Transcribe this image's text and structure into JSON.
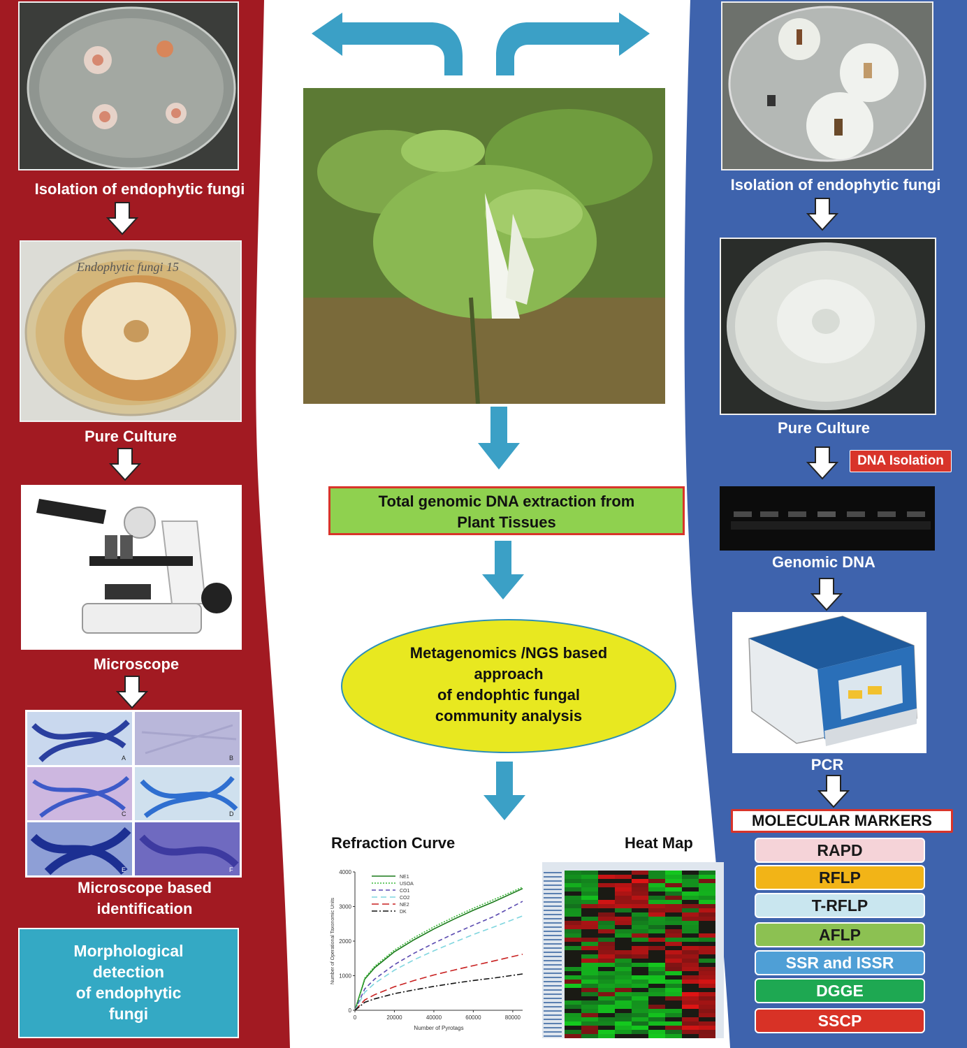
{
  "left_panel": {
    "step1_label": "Isolation of endophytic fungi",
    "step2_label": "Pure Culture",
    "step3_label": "Microscope",
    "step4_label_line1": "Microscope based",
    "step4_label_line2": "identification",
    "summary_line1": "Morphological",
    "summary_line2": "detection",
    "summary_line3": "of endophytic",
    "summary_line4": "fungi",
    "panel_letters": [
      "A",
      "B",
      "C",
      "D",
      "E",
      "F"
    ]
  },
  "center": {
    "dna_box_line1": "Total genomic DNA extraction from",
    "dna_box_line2": "Plant Tissues",
    "ellipse_line1": "Metagenomics /NGS based",
    "ellipse_line2": "approach",
    "ellipse_line3": "of endophtic fungal",
    "ellipse_line4": "community analysis",
    "refraction_title": "Refraction Curve",
    "heatmap_title": "Heat Map"
  },
  "right_panel": {
    "step1_label": "Isolation of endophytic fungi",
    "step2_label": "Pure Culture",
    "dna_isolation_badge": "DNA Isolation",
    "step3_label": "Genomic DNA",
    "step4_label": "PCR",
    "markers_title": "MOLECULAR MARKERS",
    "markers": [
      {
        "name": "RAPD",
        "bg": "#f5d3d8",
        "fg": "#1a1a1a"
      },
      {
        "name": "RFLP",
        "bg": "#f2b417",
        "fg": "#1a1a1a"
      },
      {
        "name": "T-RFLP",
        "bg": "#c9e6ef",
        "fg": "#1a1a1a"
      },
      {
        "name": "AFLP",
        "bg": "#8cc152",
        "fg": "#1a1a1a"
      },
      {
        "name": "SSR and ISSR",
        "bg": "#4f9fd6",
        "fg": "#ffffff"
      },
      {
        "name": "DGGE",
        "bg": "#1ea852",
        "fg": "#ffffff"
      },
      {
        "name": "SSCP",
        "bg": "#d83226",
        "fg": "#ffffff"
      }
    ]
  },
  "colors": {
    "left_bg": "#a21a22",
    "right_bg": "#3e63ad",
    "arrow_blue": "#3ba0c6",
    "dna_box_bg": "#8fd14f",
    "dna_box_border": "#d8342a",
    "ellipse_bg": "#e8e820",
    "summary_box_bg": "#34a9c4"
  },
  "chart_data": {
    "type": "line",
    "title": "",
    "xlabel": "Number of Pyrotags",
    "ylabel": "Number of Operational Taxonomic Units",
    "xlim": [
      0,
      85000
    ],
    "ylim": [
      0,
      4000
    ],
    "x_ticks": [
      0,
      20000,
      40000,
      60000,
      80000
    ],
    "y_ticks": [
      0,
      1000,
      2000,
      3000,
      4000
    ],
    "legend_position": "top-left",
    "x": [
      0,
      5000,
      10000,
      20000,
      30000,
      40000,
      50000,
      60000,
      70000,
      85000
    ],
    "series": [
      {
        "name": "NE1",
        "color": "#1a7a1a",
        "dash": "",
        "values": [
          0,
          900,
          1230,
          1690,
          2040,
          2350,
          2630,
          2890,
          3130,
          3520
        ]
      },
      {
        "name": "USOA",
        "color": "#3ab83a",
        "dash": "2,2",
        "values": [
          0,
          930,
          1270,
          1740,
          2100,
          2410,
          2690,
          2950,
          3190,
          3560
        ]
      },
      {
        "name": "CO1",
        "color": "#5a4ab0",
        "dash": "6,4",
        "values": [
          0,
          620,
          900,
          1320,
          1650,
          1940,
          2210,
          2460,
          2700,
          3150
        ]
      },
      {
        "name": "CO2",
        "color": "#7fd6df",
        "dash": "8,5",
        "values": [
          0,
          520,
          780,
          1160,
          1460,
          1720,
          1960,
          2190,
          2400,
          2730
        ]
      },
      {
        "name": "NE2",
        "color": "#c82020",
        "dash": "10,5",
        "values": [
          0,
          300,
          450,
          680,
          860,
          1020,
          1160,
          1290,
          1420,
          1620
        ]
      },
      {
        "name": "DK",
        "color": "#111111",
        "dash": "8,3,2,3",
        "values": [
          0,
          230,
          330,
          480,
          590,
          690,
          780,
          860,
          930,
          1050
        ]
      }
    ]
  }
}
